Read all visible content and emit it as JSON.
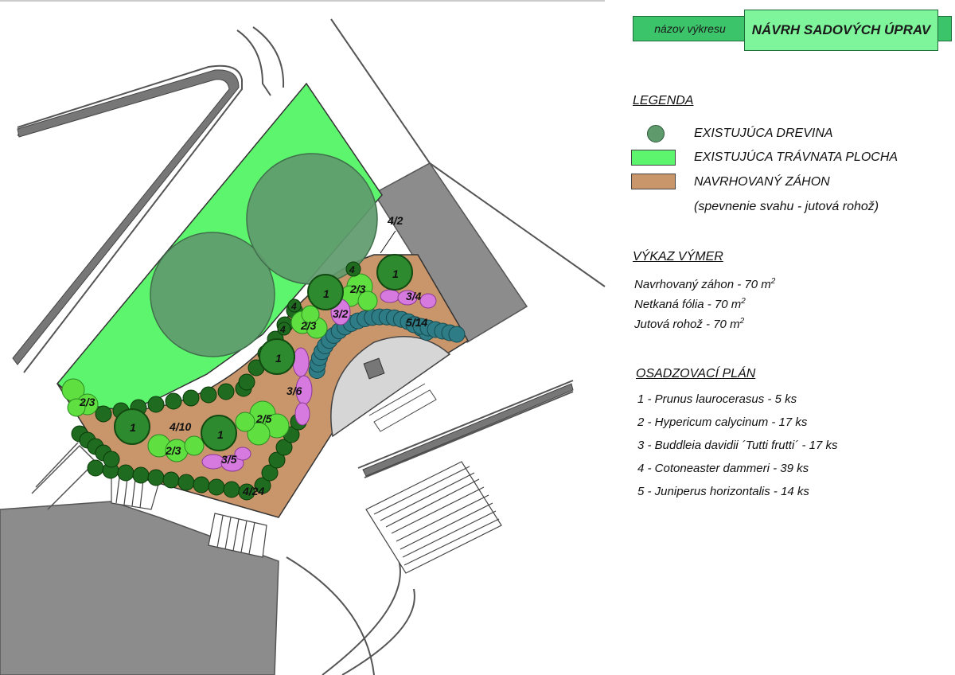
{
  "title": {
    "label": "názov výkresu",
    "value": "NÁVRH SADOVÝCH ÚPRAV"
  },
  "legend": {
    "heading": "LEGENDA",
    "items": [
      {
        "label": "EXISTUJÚCA DREVINA",
        "color": "#5f9a6c"
      },
      {
        "label": "EXISTUJÚCA TRÁVNATA PLOCHA",
        "color": "#5ef56e"
      },
      {
        "label": "NAVRHOVANÝ ZÁHON",
        "color": "#c9956a"
      }
    ],
    "note": "(spevnenie svahu - jutová rohož)"
  },
  "areas": {
    "heading": "VÝKAZ VÝMER",
    "items": [
      {
        "label": "Navrhovaný záhon - 70 m",
        "unit_sup": "2"
      },
      {
        "label": "Netkaná fólia - 70 m",
        "unit_sup": "2"
      },
      {
        "label": "Jutová rohož - 70 m",
        "unit_sup": "2"
      }
    ]
  },
  "planting": {
    "heading": "OSADZOVACÍ PLÁN",
    "items": [
      "1 - Prunus laurocerasus - 5 ks",
      "2 - Hypericum calycinum - 17 ks",
      "3 - Buddleia davidii ´Tutti frutti´ - 17 ks",
      "4 - Cotoneaster dammeri - 39 ks",
      "5 - Juniperus horizontalis - 14 ks"
    ]
  },
  "plan_labels": [
    "1",
    "1",
    "1",
    "1",
    "1",
    "2/3",
    "2/3",
    "2/3",
    "2/3",
    "2/5",
    "3/2",
    "3/4",
    "3/6",
    "3/5",
    "4",
    "4",
    "4",
    "4/2",
    "4/10",
    "4/24",
    "5/14"
  ],
  "colors": {
    "grass": "#5ef56e",
    "bed": "#c9956a",
    "existing_tree": "#5f9a6c",
    "prunus": "#2e8a2e",
    "hypericum": "#5fe040",
    "buddleia": "#d67ae0",
    "cotoneaster": "#1f6b1f",
    "juniperus": "#2e7c86",
    "building": "#8c8c8c"
  }
}
